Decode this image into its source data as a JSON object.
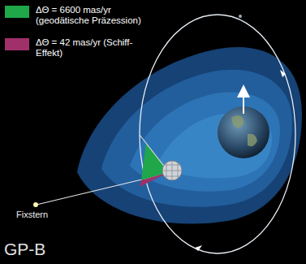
{
  "diagram": {
    "labels": [
      "Fixstern",
      "GP-B"
    ],
    "legend": [
      {
        "text": "ΔΘ = 6600 mas/yr (geodätische Präzession)",
        "color": "#1fa74a"
      },
      {
        "text": "ΔΘ = 42 mas/yr (Schiff-Effekt)",
        "color": "#a0306a"
      }
    ]
  }
}
